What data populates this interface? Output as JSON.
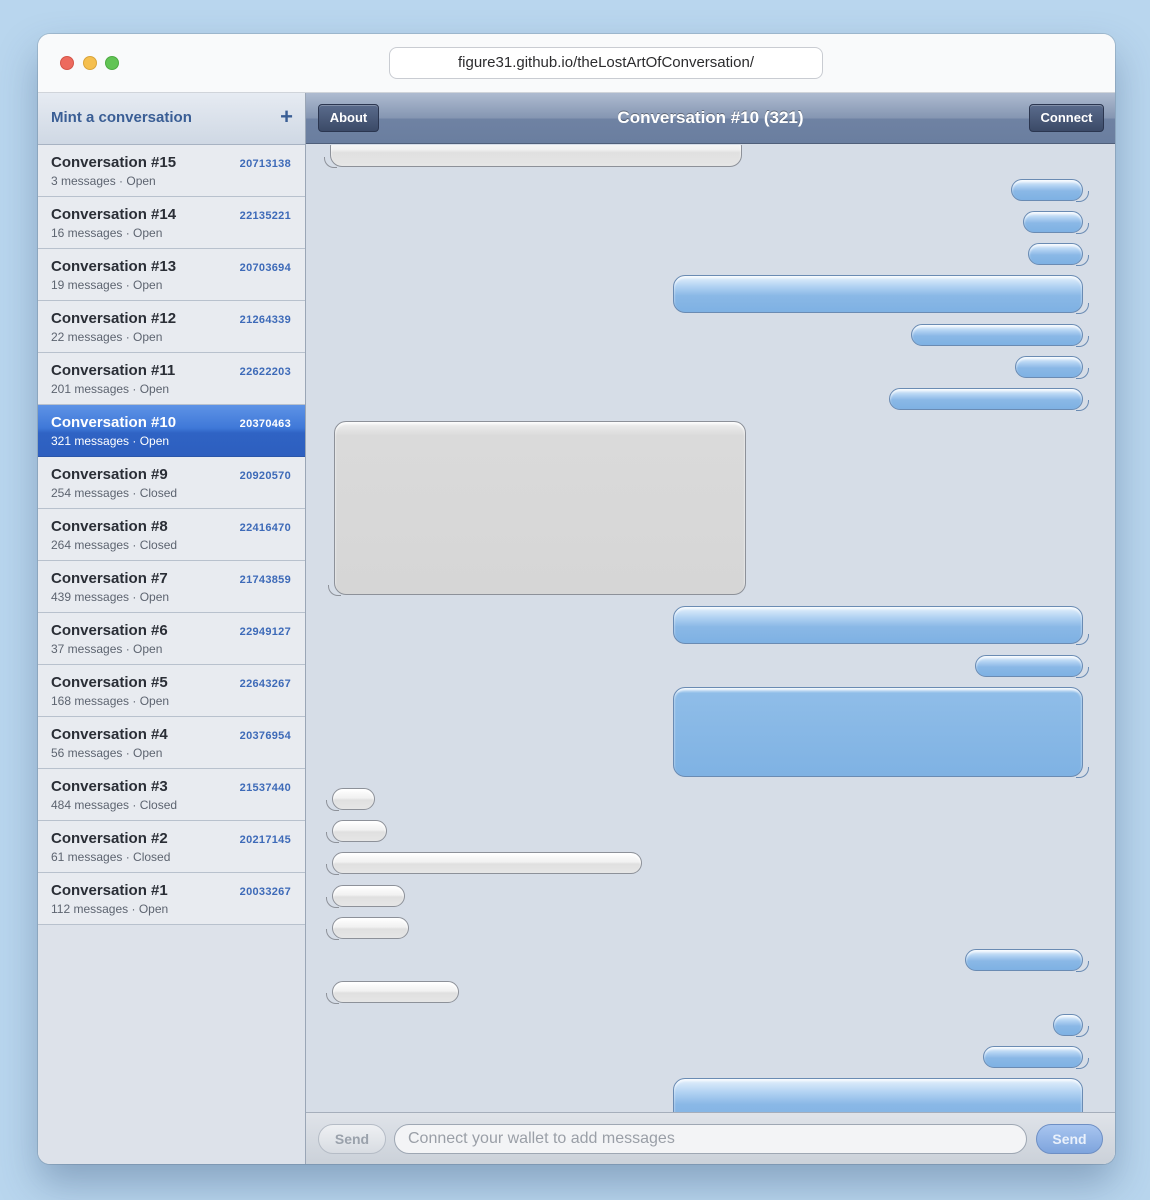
{
  "browser": {
    "url": "figure31.github.io/theLostArtOfConversation/"
  },
  "sidebar": {
    "title": "Mint a conversation",
    "add_icon": "+",
    "conversations": [
      {
        "name": "Conversation #15",
        "meta": "3 messages · Open",
        "token": "20713138"
      },
      {
        "name": "Conversation #14",
        "meta": "16 messages · Open",
        "token": "22135221"
      },
      {
        "name": "Conversation #13",
        "meta": "19 messages · Open",
        "token": "20703694"
      },
      {
        "name": "Conversation #12",
        "meta": "22 messages · Open",
        "token": "21264339"
      },
      {
        "name": "Conversation #11",
        "meta": "201 messages · Open",
        "token": "22622203"
      },
      {
        "name": "Conversation #10",
        "meta": "321 messages · Open",
        "token": "20370463"
      },
      {
        "name": "Conversation #9",
        "meta": "254 messages · Closed",
        "token": "20920570"
      },
      {
        "name": "Conversation #8",
        "meta": "264 messages · Closed",
        "token": "22416470"
      },
      {
        "name": "Conversation #7",
        "meta": "439 messages · Open",
        "token": "21743859"
      },
      {
        "name": "Conversation #6",
        "meta": "37 messages · Open",
        "token": "22949127"
      },
      {
        "name": "Conversation #5",
        "meta": "168 messages · Open",
        "token": "22643267"
      },
      {
        "name": "Conversation #4",
        "meta": "56 messages · Open",
        "token": "20376954"
      },
      {
        "name": "Conversation #3",
        "meta": "484 messages · Closed",
        "token": "21537440"
      },
      {
        "name": "Conversation #2",
        "meta": "61 messages · Closed",
        "token": "20217145"
      },
      {
        "name": "Conversation #1",
        "meta": "112 messages · Open",
        "token": "20033267"
      }
    ],
    "active_conversation": "Conversation #10"
  },
  "header": {
    "about_label": "About",
    "title": "Conversation #10 (321)",
    "connect_label": "Connect"
  },
  "messages": [
    {
      "side": "in"
    },
    {
      "side": "out"
    },
    {
      "side": "out"
    },
    {
      "side": "out"
    },
    {
      "side": "out"
    },
    {
      "side": "out"
    },
    {
      "side": "out"
    },
    {
      "side": "out"
    },
    {
      "side": "in"
    },
    {
      "side": "out"
    },
    {
      "side": "out"
    },
    {
      "side": "out"
    },
    {
      "side": "in"
    },
    {
      "side": "in"
    },
    {
      "side": "in"
    },
    {
      "side": "in"
    },
    {
      "side": "in"
    },
    {
      "side": "out"
    },
    {
      "side": "in"
    },
    {
      "side": "out"
    },
    {
      "side": "out"
    },
    {
      "side": "out"
    }
  ],
  "composer": {
    "send_left_label": "Send",
    "placeholder": "Connect your wallet to add messages",
    "value": "",
    "send_right_label": "Send"
  },
  "colors": {
    "accent": "#3f78d8",
    "sent_bubble": "#86b5e5",
    "received_bubble": "#e4e4e4",
    "topbar": "#7d8fac"
  }
}
